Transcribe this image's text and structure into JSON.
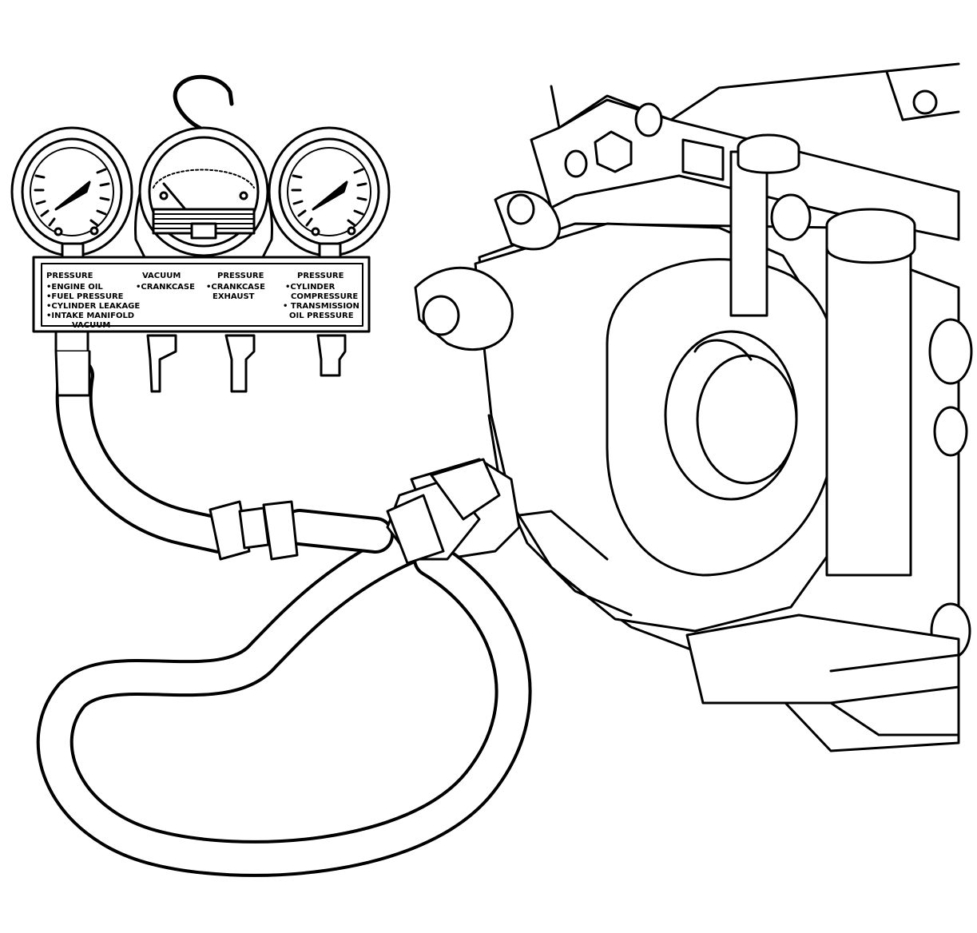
{
  "manifold": {
    "headers": {
      "left": "PRESSURE",
      "vacuum": "VACUUM",
      "pressure_mid": "PRESSURE",
      "pressure_right": "PRESSURE"
    },
    "col1": [
      "•ENGINE OIL",
      "•FUEL PRESSURE",
      "•CYLINDER LEAKAGE",
      "•INTAKE MANIFOLD",
      "VACUUM"
    ],
    "col2": [
      "•CRANKCASE"
    ],
    "col3": [
      "•CRANKCASE",
      "EXHAUST"
    ],
    "col4": [
      "•CYLINDER",
      "COMPRESSURE",
      "• TRANSMISSION",
      "OIL PRESSURE"
    ]
  },
  "colors": {
    "line": "#000000",
    "fill": "#ffffff"
  },
  "icons": [
    "gauge-icon",
    "hook-icon",
    "hose-icon",
    "engine-block-icon"
  ]
}
